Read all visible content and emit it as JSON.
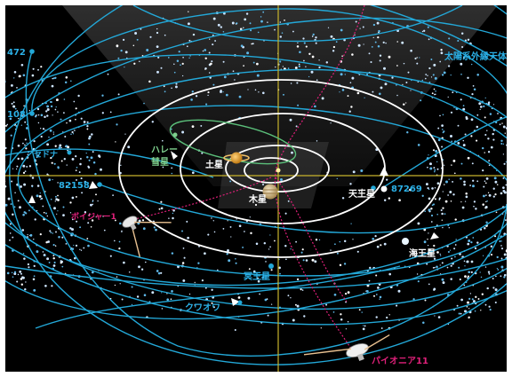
{
  "labels": {
    "saturn": "土星",
    "jupiter": "木星",
    "uranus": "天王星",
    "neptune": "海王星",
    "pluto": "冥王星",
    "halley_line1": "ハレー",
    "halley_line2": "彗星",
    "kbo_title": "太陽系外縁天体",
    "quaoar": "クワオワ",
    "sedna": "セドナ",
    "voyager1": "ボイジャー1",
    "pioneer11": "パイオニア11",
    "obj_472": "472",
    "obj_108": "108",
    "obj_82158": "82158",
    "obj_87269": "87269"
  },
  "colors": {
    "background": "#000000",
    "frame": "#ffffff",
    "orbit_planet": "#ffffff",
    "orbit_kbo": "#23a8d8",
    "kbo_text": "#2bb0e6",
    "halley": "#5bbf7a",
    "halley_text": "#7fd08e",
    "axis": "#c8b42c",
    "spacecraft": "#e0207a",
    "saturn": "#e8b030",
    "jupiter": "#d9c7a0"
  },
  "icons": [
    "voyager-probe-icon",
    "pioneer-probe-icon",
    "direction-arrow-icon"
  ]
}
